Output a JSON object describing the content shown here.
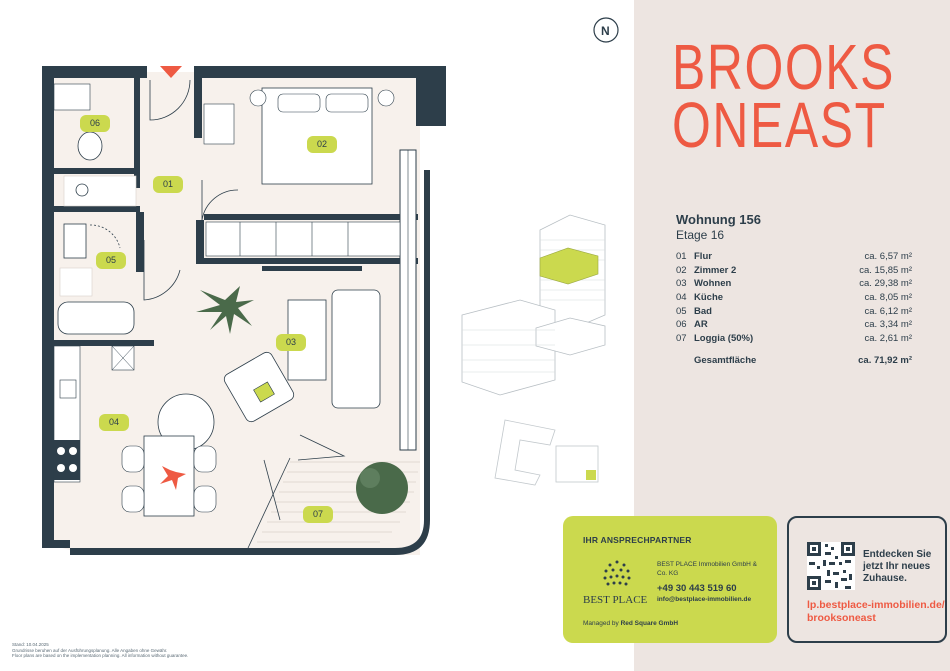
{
  "brand": {
    "line1": "BROOKS",
    "line2_a": "ON",
    "line2_b": "EAST"
  },
  "unit": {
    "title": "Wohnung 156",
    "floor": "Etage 16"
  },
  "rooms": [
    {
      "num": "01",
      "name": "Flur",
      "area": "ca. 6,57 m²"
    },
    {
      "num": "02",
      "name": "Zimmer 2",
      "area": "ca. 15,85 m²"
    },
    {
      "num": "03",
      "name": "Wohnen",
      "area": "ca. 29,38 m²"
    },
    {
      "num": "04",
      "name": "Küche",
      "area": "ca. 8,05 m²"
    },
    {
      "num": "05",
      "name": "Bad",
      "area": "ca. 6,12 m²"
    },
    {
      "num": "06",
      "name": "AR",
      "area": "ca. 3,34 m²"
    },
    {
      "num": "07",
      "name": "Loggia (50%)",
      "area": "ca. 2,61 m²"
    }
  ],
  "total": {
    "label": "Gesamtfläche",
    "area": "ca. 71,92 m²"
  },
  "plan_labels": {
    "r01": "01",
    "r02": "02",
    "r03": "03",
    "r04": "04",
    "r05": "05",
    "r06": "06",
    "r07": "07"
  },
  "contact": {
    "header": "IHR ANSPRECHPARTNER",
    "company": "BEST PLACE Immobilien GmbH & Co. KG",
    "phone": "+49 30 443 519 60",
    "email": "info@bestplace-immobilien.de",
    "logo": "BEST PLACE",
    "managed_prefix": "Managed by",
    "managed_by": "Red Square GmbH"
  },
  "qr": {
    "cta": "Entdecken Sie jetzt Ihr neues Zuhause.",
    "link": "lp.bestplace-immobilien.de/ brooksoneast"
  },
  "footnote": {
    "date": "Stand: 10.04.2025",
    "line1": "Grundrisse beruhen auf der Ausführungsplanung. Alle Angaben ohne Gewähr.",
    "line2": "Floor plans are based on the implementation planning. All information without guarantee."
  },
  "compass": "N",
  "colors": {
    "accent": "#ee5a43",
    "green": "#cbd94e",
    "wall": "#2d3e4a",
    "sidebar": "#ede5e1",
    "floor": "#f7f1ec"
  }
}
